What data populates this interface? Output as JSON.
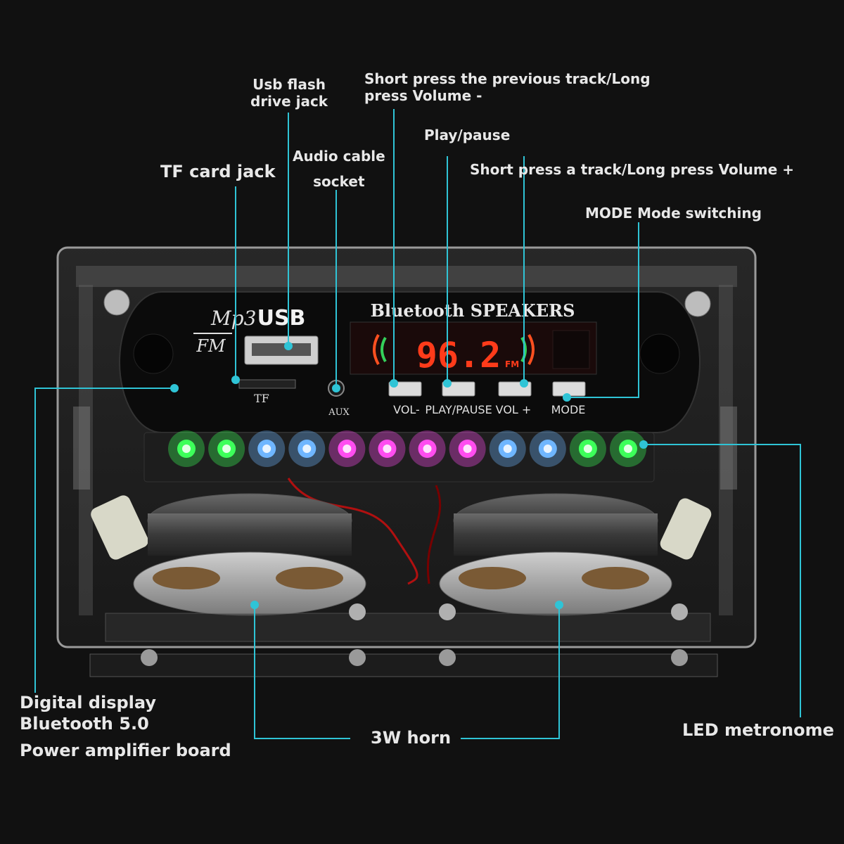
{
  "labels": {
    "usb_jack": [
      "Usb flash",
      "drive jack"
    ],
    "prev_track": [
      "Short press the previous track/Long",
      "press Volume -"
    ],
    "play_pause": "Play/pause",
    "audio_socket": [
      "Audio cable",
      "socket"
    ],
    "tf_jack": "TF card jack",
    "next_track": "Short press a track/Long press Volume +",
    "mode": "MODE Mode switching",
    "digital_display": [
      "Digital display",
      "Bluetooth 5.0"
    ],
    "power_board": "Power amplifier board",
    "horn": "3W horn",
    "led": "LED metronome"
  },
  "panel": {
    "brand_mp3": "Mp3",
    "brand_fm": "FM",
    "usb": "USB",
    "title": "Bluetooth  SPEAKERS",
    "tf": "TF",
    "aux": "AUX",
    "display_value": "96.2",
    "display_unit": "FM",
    "buttons": [
      "VOL-",
      "PLAY/PAUSE",
      "VOL +",
      "MODE"
    ]
  },
  "leds": [
    "#3dff5a",
    "#3dff5a",
    "#6fb6ff",
    "#6fb6ff",
    "#ff4df0",
    "#ff4df0",
    "#ff4df0",
    "#ff4df0",
    "#6fb6ff",
    "#6fb6ff",
    "#3dff5a",
    "#3dff5a"
  ],
  "colors": {
    "callout": "#2fc4d6",
    "display": "#ff3b1a",
    "background": "#111111"
  }
}
